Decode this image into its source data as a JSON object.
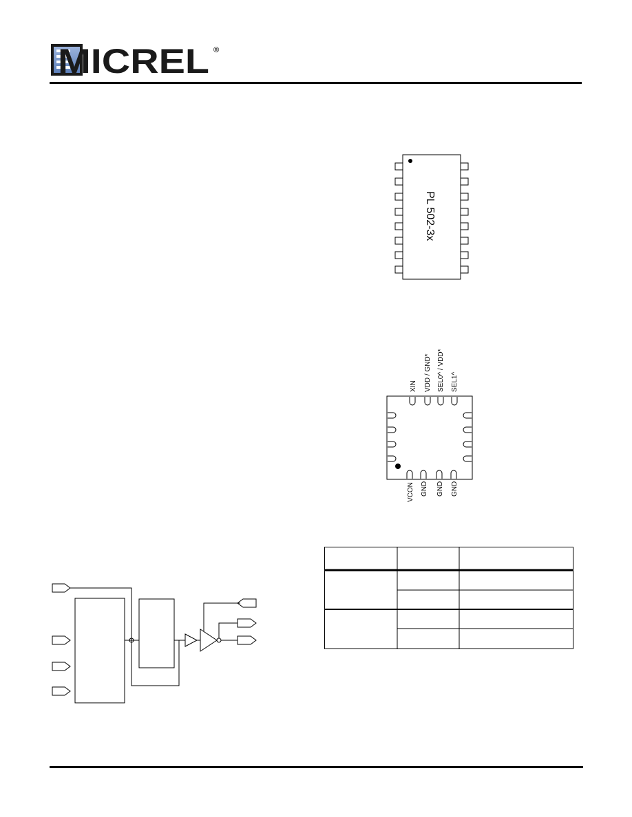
{
  "header": {
    "brand": "MICREL",
    "registered": "®",
    "brand_color": "#1a1a1a",
    "brand_accent": "#6d8fc4"
  },
  "soic_package": {
    "part_label": "PL 502-3x"
  },
  "qfn_package": {
    "top_pins": [
      "XIN",
      "VDD / GND*",
      "SEL0^ / VDD*",
      "SEL1^"
    ],
    "bottom_pins": [
      "VCON",
      "GND",
      "GND",
      "GND"
    ]
  },
  "table": {
    "colors": {
      "border": "#000000"
    }
  }
}
